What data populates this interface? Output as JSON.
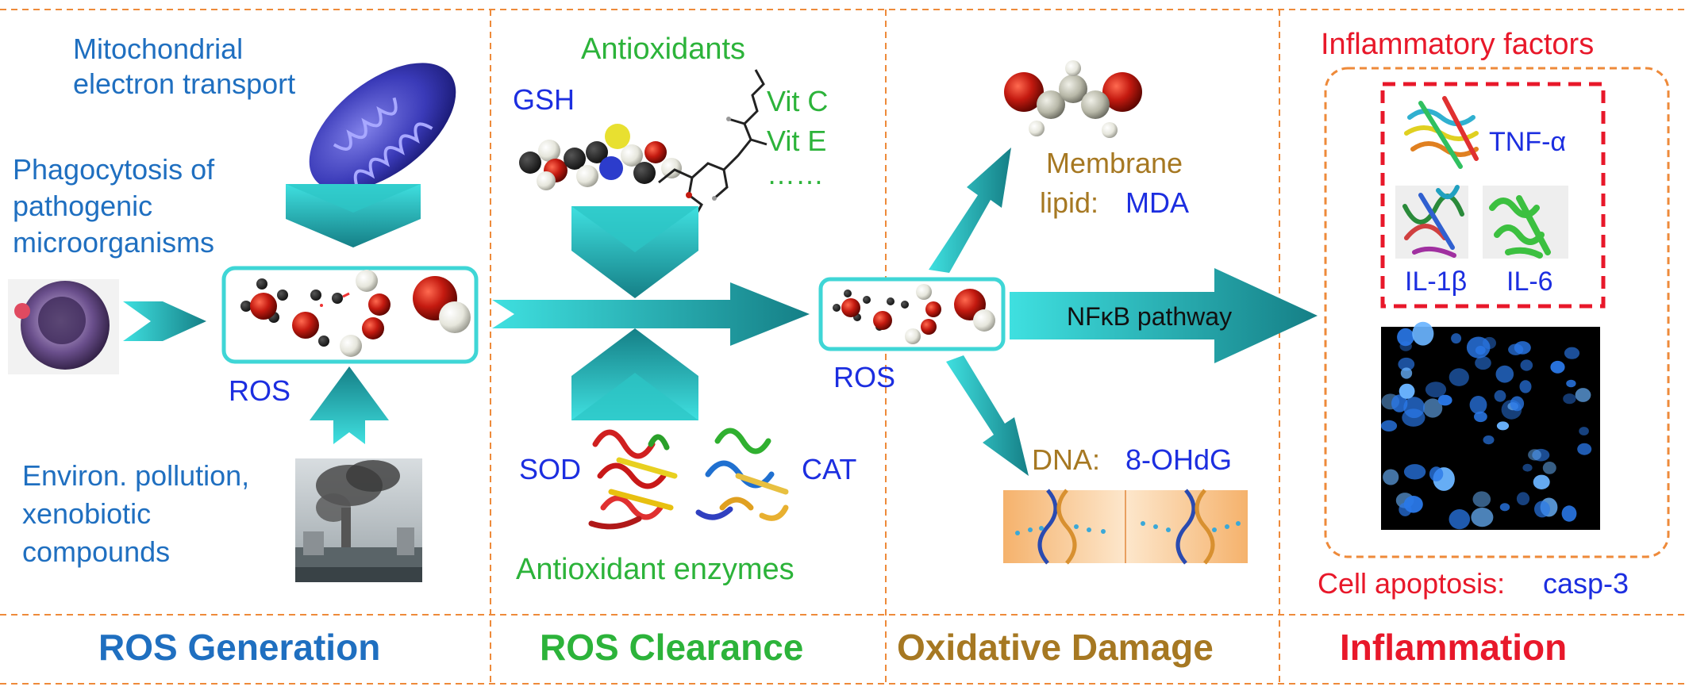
{
  "colors": {
    "blue_text": "#1f6fc0",
    "dark_blue": "#1c2ee0",
    "green": "#2cb33a",
    "brown": "#a67822",
    "red": "#e8182a",
    "cyan_arrow": "#27c7c7",
    "teal_arrow": "#1a8f8f",
    "divider": "#ee8a3a"
  },
  "generation": {
    "mito": [
      "Mitochondrial",
      "electron transport"
    ],
    "phago": [
      "Phagocytosis of",
      "pathogenic",
      "microorganisms"
    ],
    "env": [
      "Environ. pollution,",
      "xenobiotic",
      "compounds"
    ],
    "ros": "ROS",
    "footer": "ROS Generation"
  },
  "clearance": {
    "antioxidants": "Antioxidants",
    "gsh": "GSH",
    "vitc": "Vit C",
    "vite": "Vit E",
    "etc": "……",
    "sod": "SOD",
    "cat": "CAT",
    "enzymes": "Antioxidant enzymes",
    "footer": "ROS Clearance"
  },
  "damage": {
    "membrane": "Membrane",
    "lipid": "lipid:",
    "mda": "MDA",
    "ros": "ROS",
    "nfkb": "NFκB pathway",
    "dna": "DNA:",
    "ohdg": "8-OHdG",
    "footer": "Oxidative Damage"
  },
  "inflammation": {
    "title": "Inflammatory factors",
    "tnf": "TNF-α",
    "il1": "IL-1β",
    "il6": "IL-6",
    "apoptosis": "Cell apoptosis:",
    "casp": "casp-3",
    "footer": "Inflammation"
  }
}
